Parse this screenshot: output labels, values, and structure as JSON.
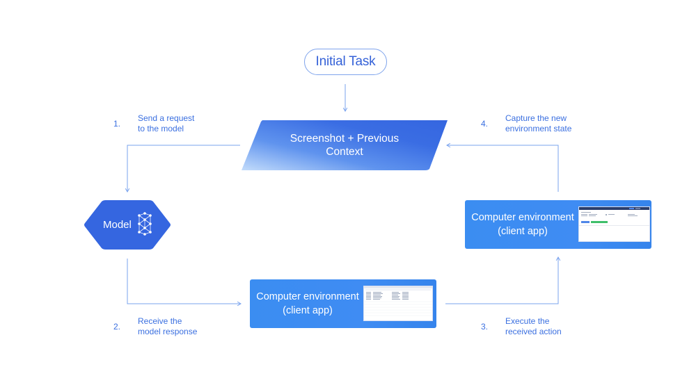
{
  "initial_task": {
    "label": "Initial Task"
  },
  "context_box": {
    "lines": [
      "Screenshot + Previous",
      "Context"
    ]
  },
  "model_node": {
    "label": "Model"
  },
  "env_bottom": {
    "lines": [
      "Computer environment",
      "(client app)"
    ]
  },
  "env_right": {
    "lines": [
      "Computer environment",
      "(client app)"
    ]
  },
  "steps": [
    {
      "number": "1.",
      "lines": [
        "Send a request",
        "to the model"
      ]
    },
    {
      "number": "2.",
      "lines": [
        "Receive the",
        "model response"
      ]
    },
    {
      "number": "3.",
      "lines": [
        "Execute the",
        "received action"
      ]
    },
    {
      "number": "4.",
      "lines": [
        "Capture the new",
        "environment state"
      ]
    }
  ],
  "colors": {
    "accent_text": "#3a6fe0",
    "wire": "#7aa3ee",
    "node_fill": "#3566e0",
    "card_fill": "#3d8cf2",
    "gradient_light": "#c3dcfb",
    "gradient_dark": "#3566e0"
  },
  "icons": {
    "network": "neural-network-icon",
    "arrow": "arrow-head-icon"
  }
}
